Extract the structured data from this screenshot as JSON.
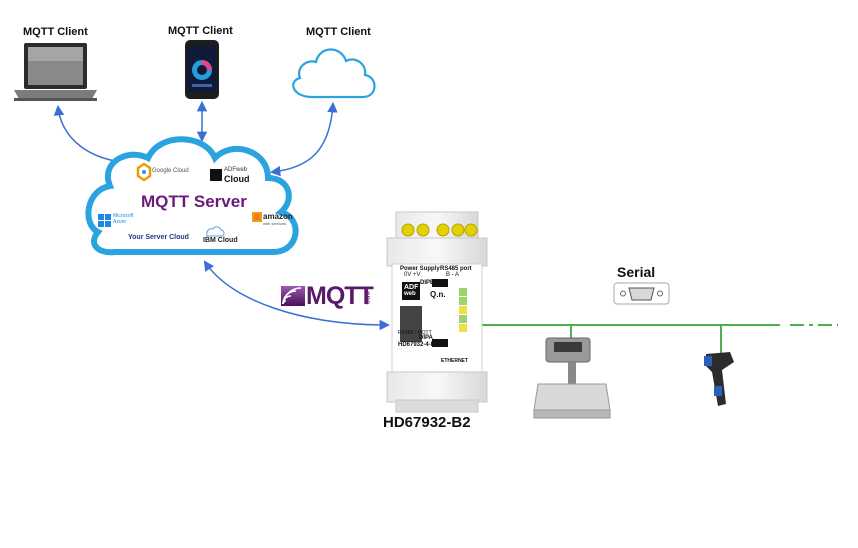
{
  "clients": {
    "laptop_label": "MQTT Client",
    "phone_label": "MQTT Client",
    "cloud_label": "MQTT Client"
  },
  "server": {
    "title": "MQTT Server",
    "google": "Google Cloud",
    "adfweb_top": "ADFweb",
    "adfweb_bottom": "Cloud",
    "azure_top": "Microsoft",
    "azure_bottom": "Azure",
    "amazon_top": "amazon",
    "amazon_bottom": "web services",
    "yours": "Your Server Cloud",
    "ibm": "IBM Cloud"
  },
  "protocol": {
    "logo": "MQTT",
    "suffix": "ORG"
  },
  "device": {
    "name": "HD67932-B2",
    "power_supply": "Power Supply",
    "power_pins": "0V  +V",
    "rs485_port": "RS485 port",
    "rs485_pins": "B  -  A",
    "dipb": "DIPB",
    "dipa": "DIPA",
    "qn": "Q.n.",
    "logo_top": "ADF",
    "logo_bottom": "web",
    "model": "HD67932-4-B2",
    "ethernet": "ETHERNET",
    "desc": "RS485 / MQTT"
  },
  "serial": {
    "label": "Serial"
  },
  "colors": {
    "arrow": "#3b6fd6",
    "bus": "#4caf50",
    "cloud_stroke": "#2aa3e0",
    "mqtt_purple": "#6a1b7a"
  }
}
